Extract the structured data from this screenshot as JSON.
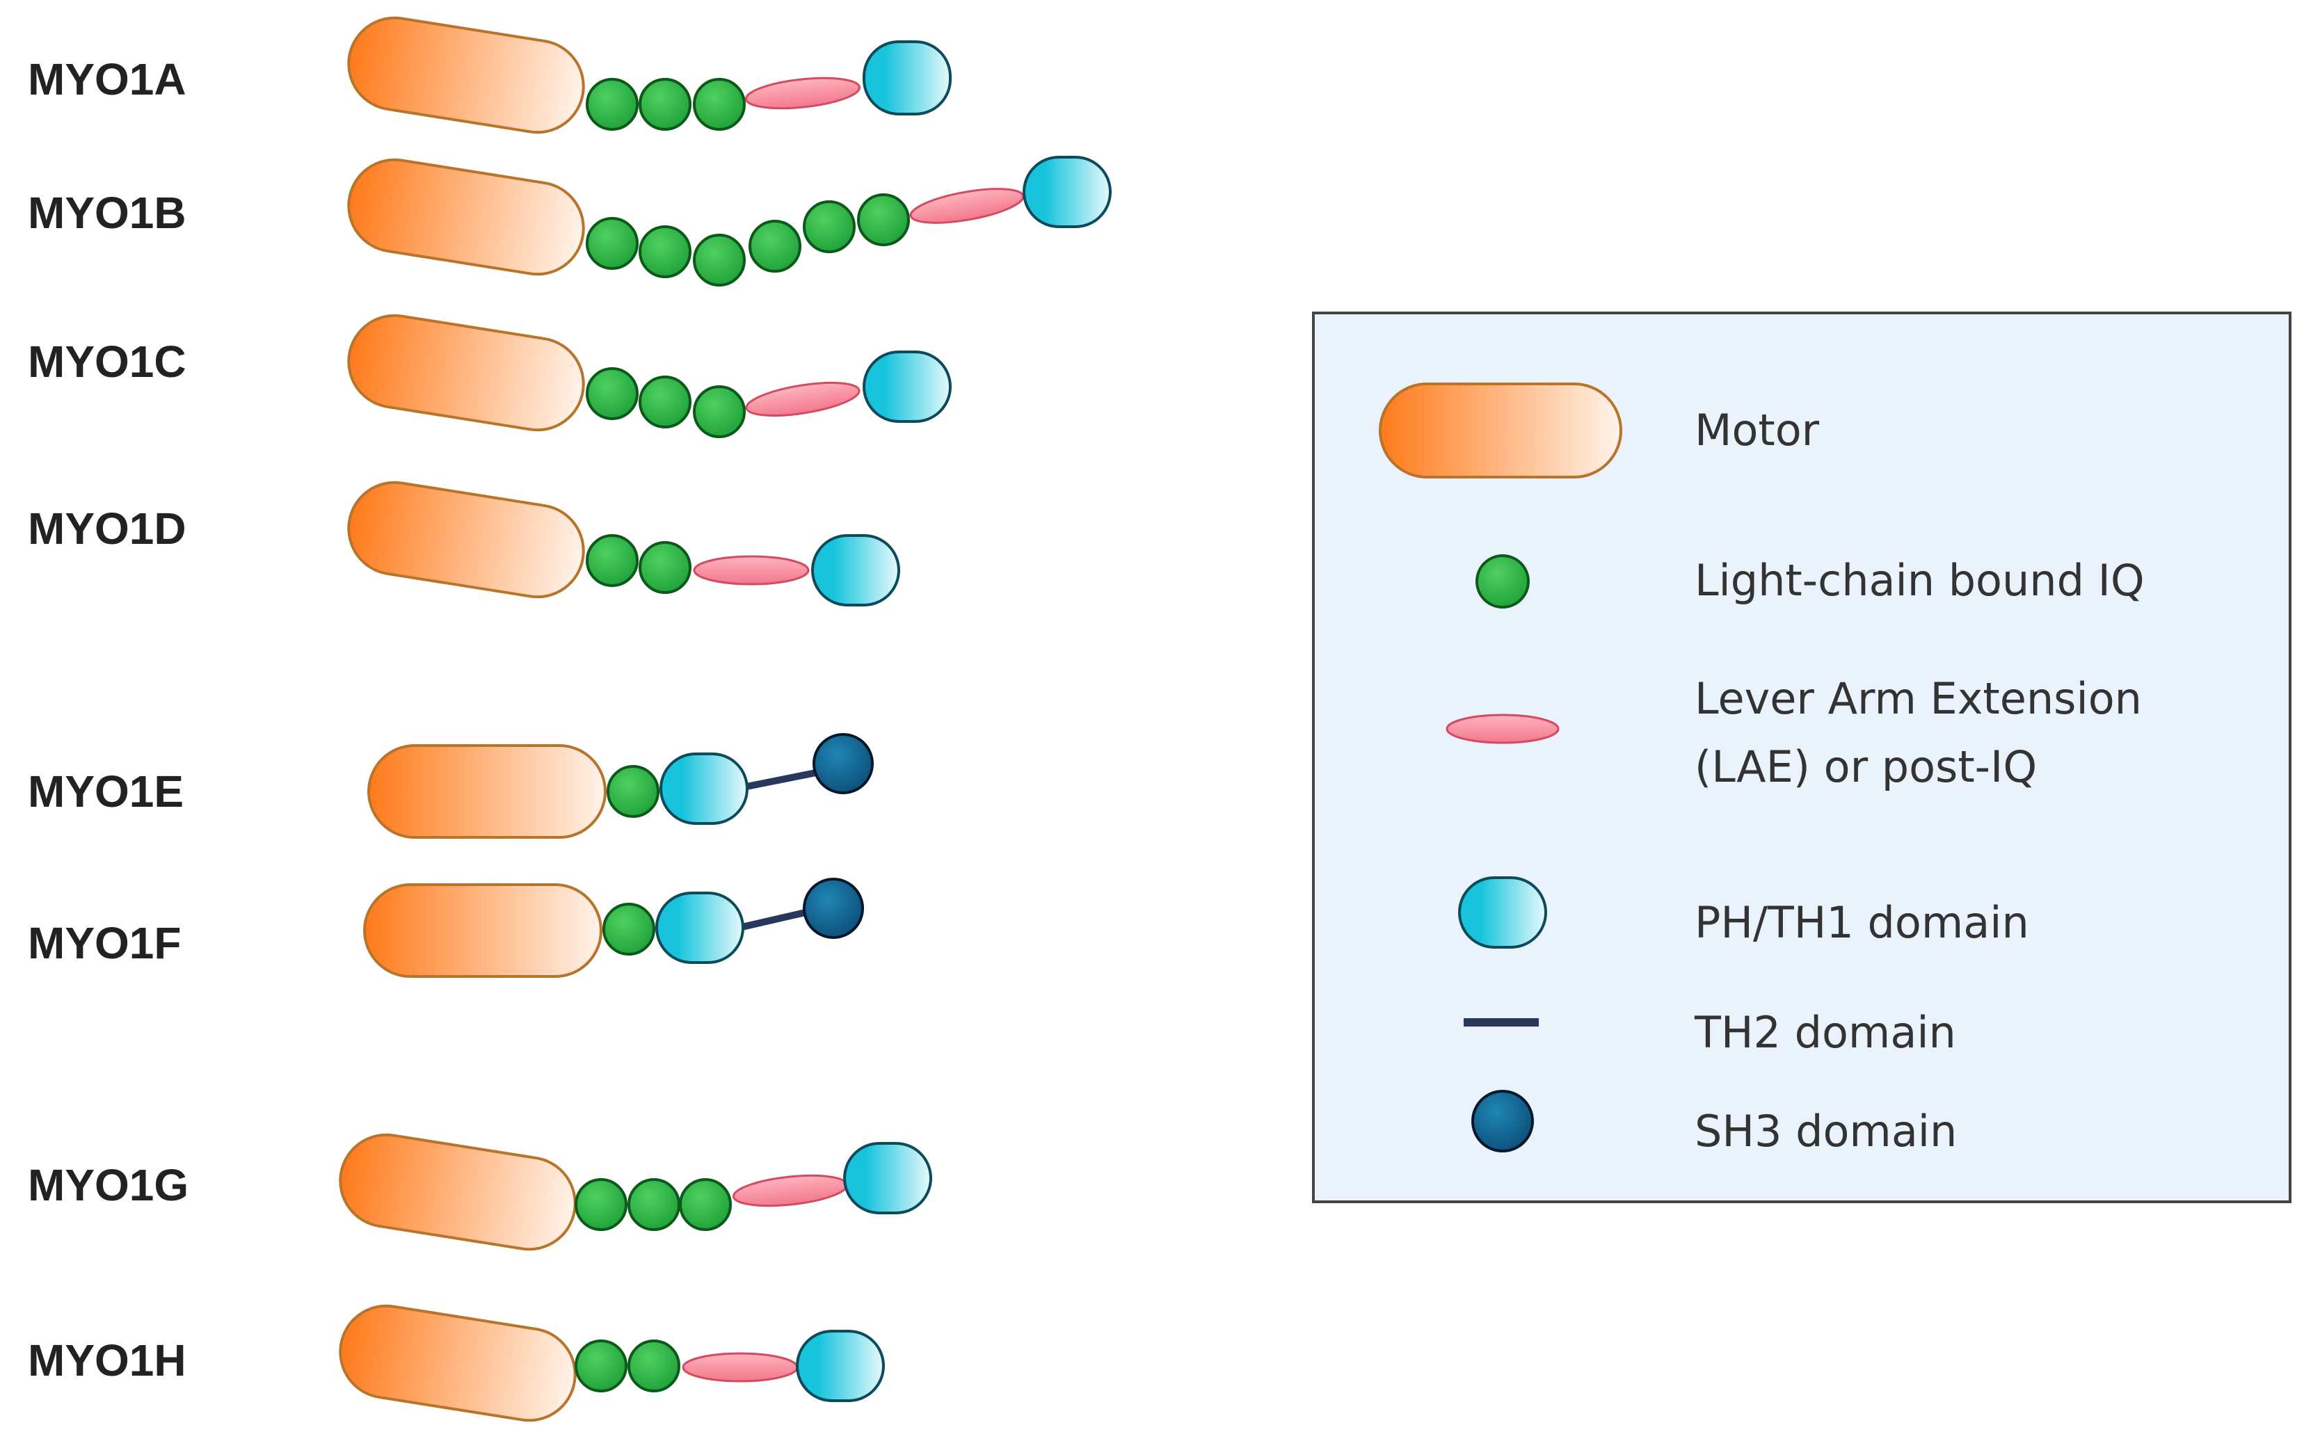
{
  "colors": {
    "motor_start": "#ff7a1a",
    "motor_end": "#fff3ea",
    "motor_stroke": "#b8742a",
    "iq_fill": "#1fa13a",
    "iq_stroke": "#0b5a1a",
    "lae_fill": "#f2788a",
    "lae_stroke": "#d44a60",
    "ph_start": "#18c4dc",
    "ph_end": "#e6f9fc",
    "ph_stroke": "#0d4a5a",
    "th2": "#27385c",
    "sh3_fill": "#0d4f78",
    "sh3_stroke": "#05182a",
    "legend_bg": "#eaf2fb",
    "legend_border": "#444444"
  },
  "rows": [
    {
      "label": "MYO1A",
      "iq_count": 3,
      "lae": true,
      "th2": false,
      "sh3": false
    },
    {
      "label": "MYO1B",
      "iq_count": 6,
      "lae": true,
      "th2": false,
      "sh3": false
    },
    {
      "label": "MYO1C",
      "iq_count": 3,
      "lae": true,
      "th2": false,
      "sh3": false
    },
    {
      "label": "MYO1D",
      "iq_count": 2,
      "lae": true,
      "th2": false,
      "sh3": false
    },
    {
      "label": "MYO1E",
      "iq_count": 1,
      "lae": false,
      "th2": true,
      "sh3": true
    },
    {
      "label": "MYO1F",
      "iq_count": 1,
      "lae": false,
      "th2": true,
      "sh3": true
    },
    {
      "label": "MYO1G",
      "iq_count": 3,
      "lae": true,
      "th2": false,
      "sh3": false
    },
    {
      "label": "MYO1H",
      "iq_count": 2,
      "lae": true,
      "th2": false,
      "sh3": false
    }
  ],
  "legend": {
    "items": [
      {
        "icon": "motor-icon",
        "text": "Motor"
      },
      {
        "icon": "iq-icon",
        "text": "Light-chain bound IQ"
      },
      {
        "icon": "lae-icon",
        "text": "Lever Arm Extension",
        "text2": "(LAE) or post-IQ"
      },
      {
        "icon": "ph-th1-icon",
        "text": "PH/TH1 domain"
      },
      {
        "icon": "th2-icon",
        "text": "TH2 domain"
      },
      {
        "icon": "sh3-icon",
        "text": "SH3 domain"
      }
    ]
  }
}
